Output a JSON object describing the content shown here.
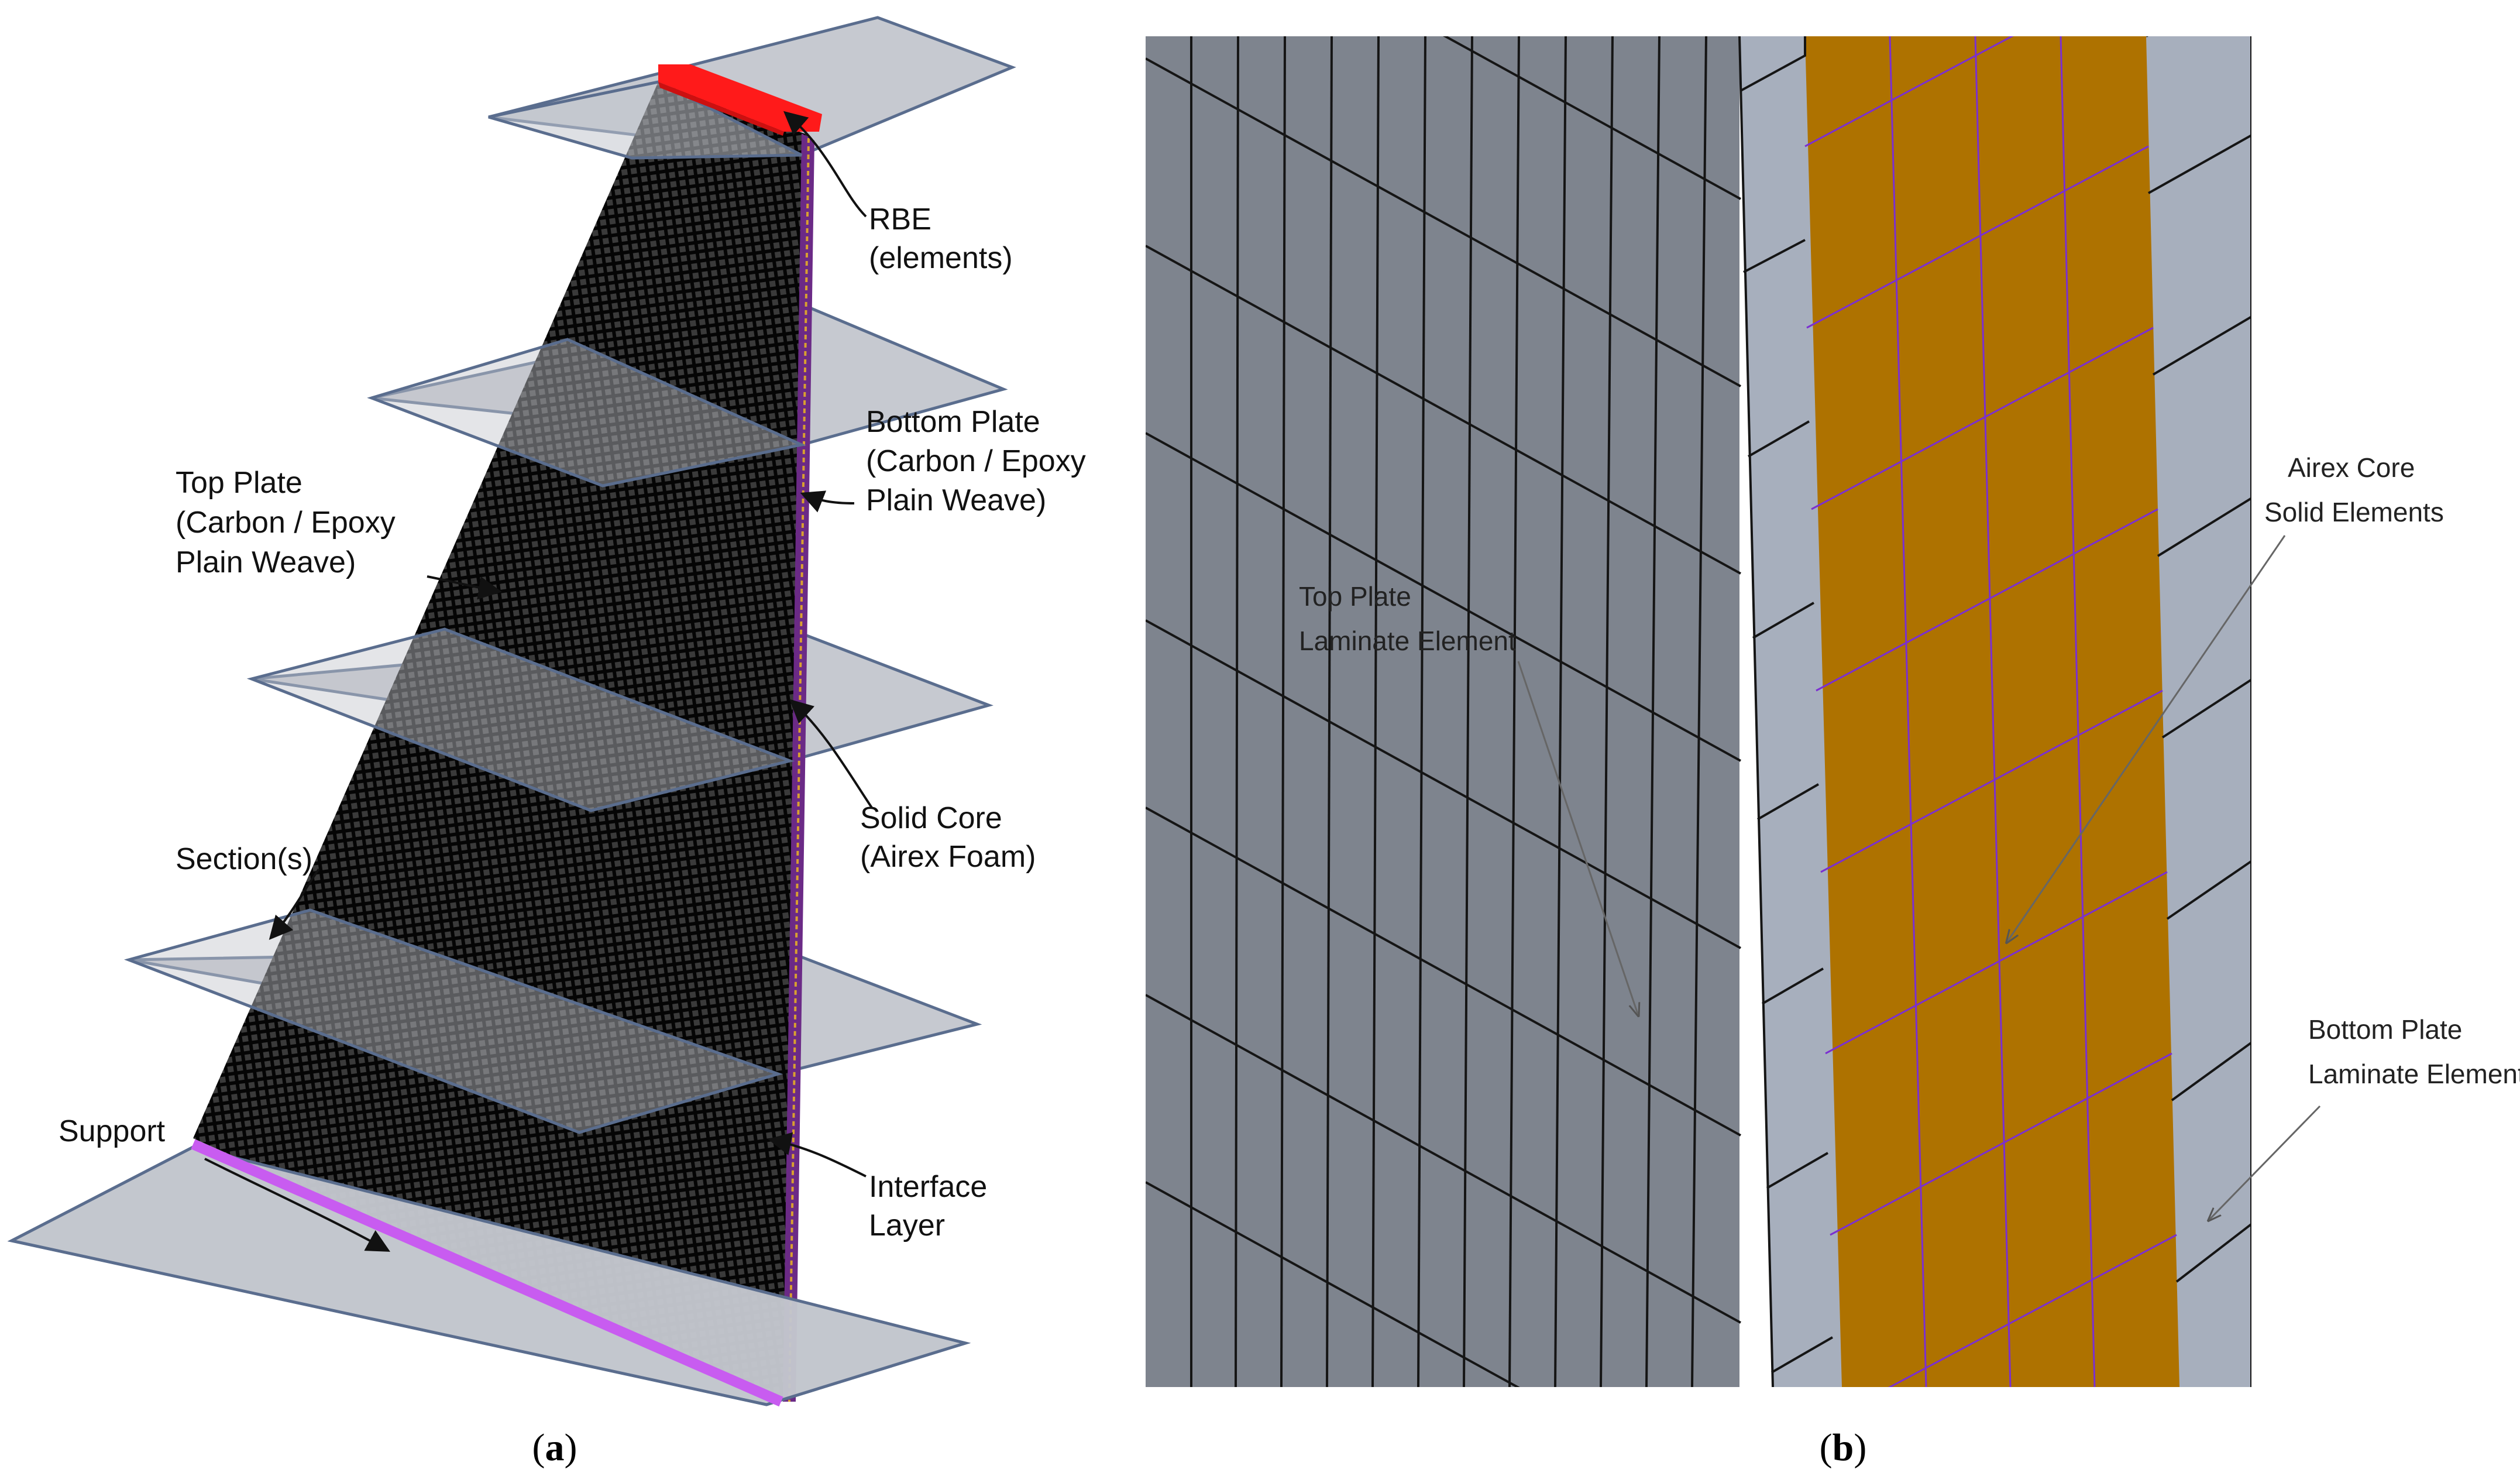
{
  "panel_a": {
    "caption_open": "(",
    "caption_letter": "a",
    "caption_close": ")",
    "labels": {
      "rbe": [
        "RBE",
        "(elements)"
      ],
      "bottom_plate": [
        "Bottom Plate",
        "(Carbon / Epoxy",
        "Plain Weave)"
      ],
      "top_plate": [
        "Top Plate",
        "(Carbon / Epoxy",
        "Plain Weave)"
      ],
      "solid_core": [
        "Solid Core",
        "(Airex Foam)"
      ],
      "sections": [
        "Section(s)"
      ],
      "support": [
        "Support"
      ],
      "interface": [
        "Interface",
        "Layer"
      ]
    }
  },
  "panel_b": {
    "caption_open": "(",
    "caption_letter": "b",
    "caption_close": ")",
    "labels": {
      "top_plate": [
        "Top Plate",
        "Laminate Element"
      ],
      "airex": [
        "Airex Core",
        "Solid Elements"
      ],
      "bottom_plate": [
        "Bottom Plate",
        "Laminate Elements"
      ]
    }
  },
  "colors": {
    "section_plane": "#c3c6cd",
    "plane_edge": "#5a6d8e",
    "mesh": "#050505",
    "rbe": "#ff1a1a",
    "support": "#c85cf0",
    "top_plate_face": "#7e848e",
    "side_face": "#a7afbd",
    "core": "#ae7200",
    "core_grid": "#7b2fd1"
  }
}
